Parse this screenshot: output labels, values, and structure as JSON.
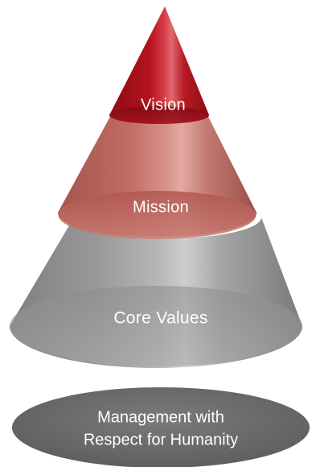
{
  "diagram": {
    "layers": [
      {
        "id": "vision",
        "label": "Vision",
        "color": "#b3121e"
      },
      {
        "id": "mission",
        "label": "Mission",
        "color": "#c0655c"
      },
      {
        "id": "core_values",
        "label": "Core Values",
        "color": "#9b9a9a"
      }
    ],
    "foundation": {
      "line1": "Management with",
      "line2": "Respect for Humanity",
      "color": "#6e6e6e"
    }
  }
}
